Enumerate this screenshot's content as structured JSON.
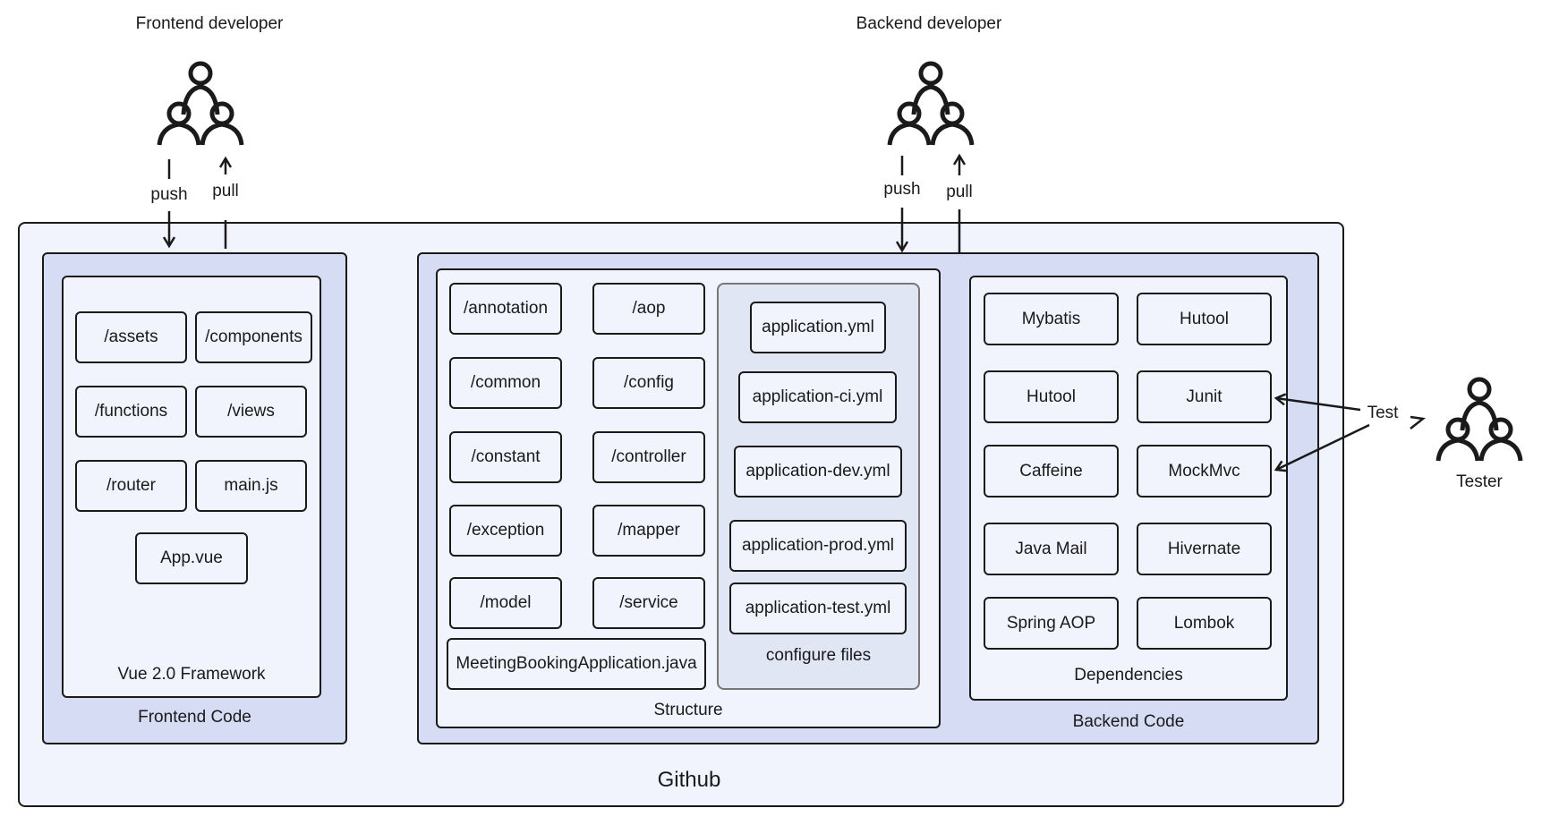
{
  "actors": {
    "frontend": "Frontend developer",
    "backend": "Backend developer",
    "tester": "Tester"
  },
  "arrows": {
    "front_push": "push",
    "front_pull": "pull",
    "back_push": "push",
    "back_pull": "pull",
    "test": "Test"
  },
  "github": {
    "title": "Github"
  },
  "frontend_code": {
    "title": "Frontend Code",
    "framework_title": "Vue 2.0 Framework",
    "items": [
      "/assets",
      "/components",
      "/functions",
      "/views",
      "/router",
      "main.js",
      "App.vue"
    ]
  },
  "backend_code": {
    "title": "Backend Code",
    "structure": {
      "title": "Structure",
      "items": [
        "/annotation",
        "/aop",
        "/common",
        "/config",
        "/constant",
        "/controller",
        "/exception",
        "/mapper",
        "/model",
        "/service",
        "MeetingBookingApplication.java"
      ]
    },
    "configure_files": {
      "title": "configure files",
      "items": [
        "application.yml",
        "application-ci.yml",
        "application-dev.yml",
        "application-prod.yml",
        "application-test.yml"
      ]
    },
    "dependencies": {
      "title": "Dependencies",
      "items": [
        "Mybatis",
        "Hutool",
        "Hutool",
        "Junit",
        "Caffeine",
        "MockMvc",
        "Java Mail",
        "Hivernate",
        "Spring AOP",
        "Lombok"
      ]
    }
  }
}
